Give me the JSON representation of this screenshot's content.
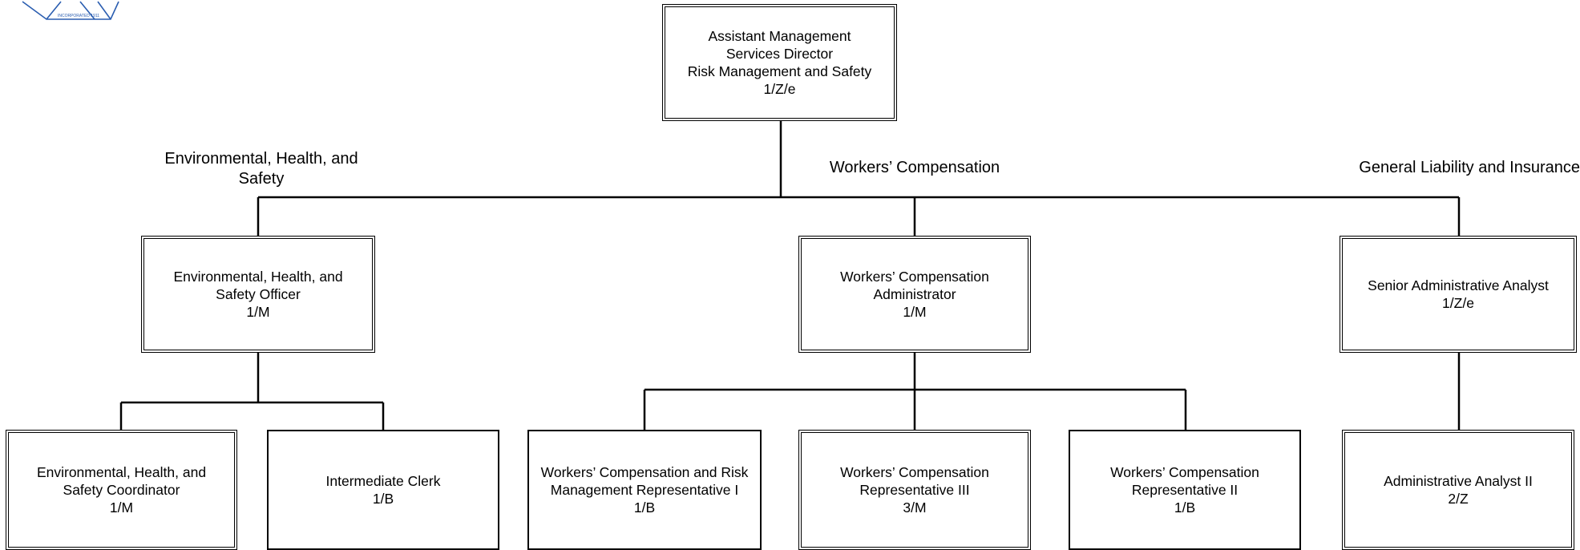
{
  "logo": {
    "icon": "seal-logo-icon",
    "text": "INCORPORATED 1911",
    "color": "#2a5db0"
  },
  "chart_title": "",
  "sections": {
    "ehs": {
      "line1": "Environmental, Health, and",
      "line2": "Safety"
    },
    "wc": {
      "label": "Workers’ Compensation"
    },
    "gl": {
      "label": "General Liability and Insurance"
    }
  },
  "nodes": {
    "director": {
      "title_lines": [
        "Assistant Management",
        "Services Director",
        "Risk Management and Safety"
      ],
      "code": "1/Z/e"
    },
    "ehs_officer": {
      "title_lines": [
        "Environmental, Health, and",
        "Safety Officer"
      ],
      "code": "1/M"
    },
    "wc_admin": {
      "title_lines": [
        "Workers’ Compensation",
        "Administrator"
      ],
      "code": "1/M"
    },
    "sr_analyst": {
      "title_lines": [
        "Senior Administrative Analyst"
      ],
      "code": "1/Z/e"
    },
    "ehs_coordinator": {
      "title_lines": [
        "Environmental, Health, and",
        "Safety Coordinator"
      ],
      "code": "1/M"
    },
    "intermediate_clerk": {
      "title_lines": [
        "Intermediate Clerk"
      ],
      "code": "1/B"
    },
    "wc_risk_rep_1": {
      "title_lines": [
        "Workers’ Compensation and Risk",
        "Management Representative I"
      ],
      "code": "1/B"
    },
    "wc_rep_3": {
      "title_lines": [
        "Workers’ Compensation",
        "Representative III"
      ],
      "code": "3/M"
    },
    "wc_rep_2": {
      "title_lines": [
        "Workers’ Compensation",
        "Representative II"
      ],
      "code": "1/B"
    },
    "admin_analyst_2": {
      "title_lines": [
        "Administrative Analyst II"
      ],
      "code": "2/Z"
    }
  }
}
